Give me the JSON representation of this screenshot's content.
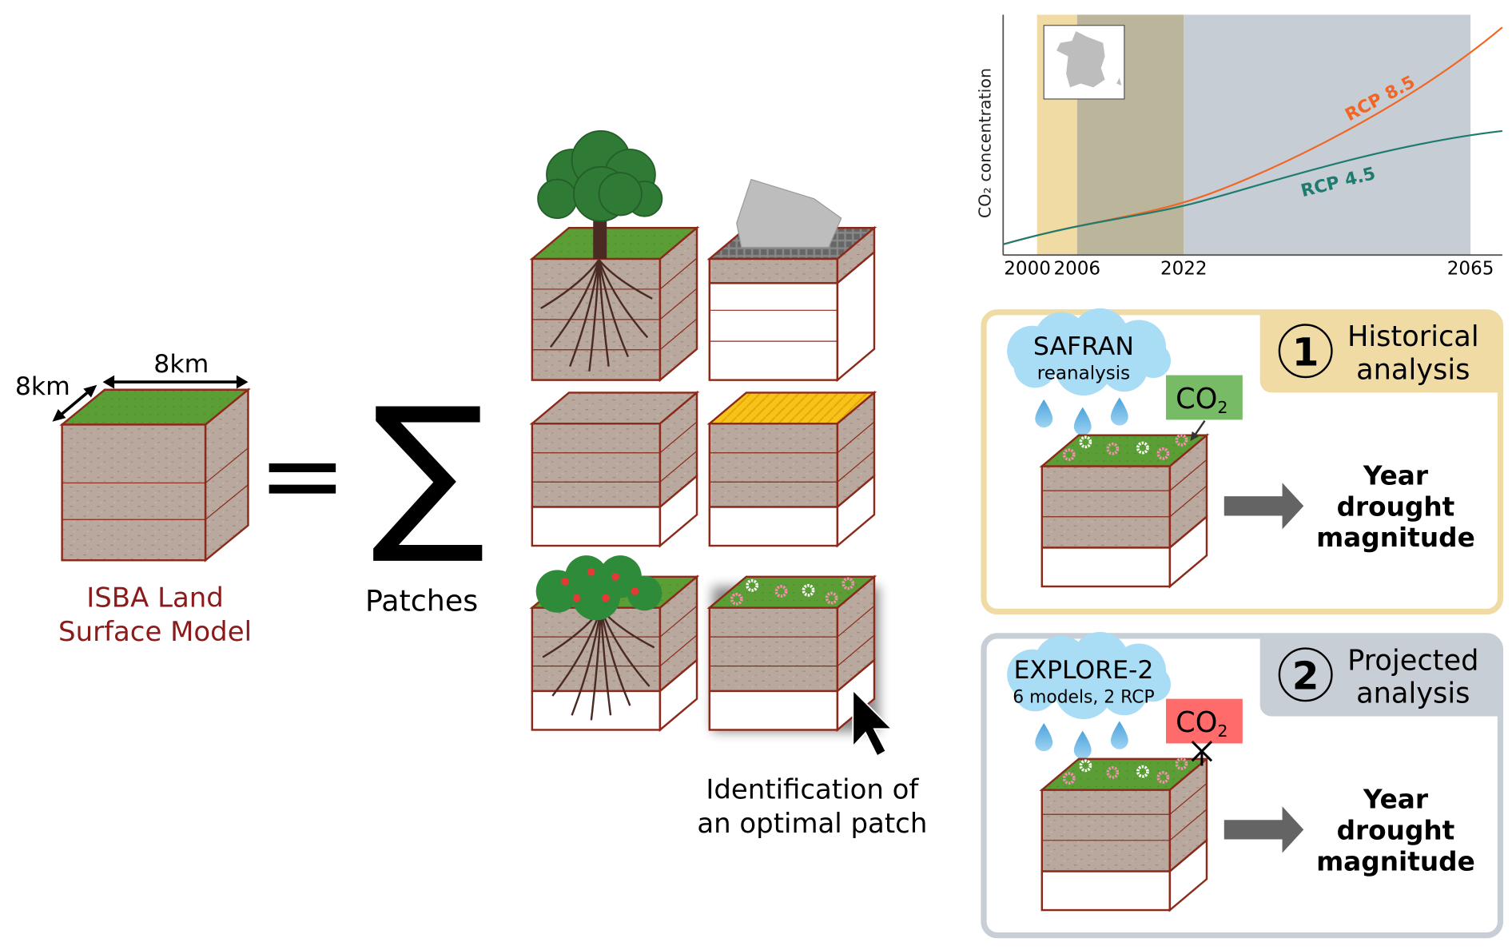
{
  "left": {
    "dim_width": "8km",
    "dim_depth": "8km",
    "model_line1": "ISBA Land",
    "model_line2": "Surface Model",
    "equals": "=",
    "sigma": "∑",
    "patches_label": "Patches",
    "optimal_line1": "Identification of",
    "optimal_line2": "an optimal patch"
  },
  "chart": {
    "ylabel": "CO₂ concentration",
    "x_ticks": [
      "2000",
      "2006",
      "2022",
      "2065"
    ],
    "series": [
      {
        "name": "RCP 8.5",
        "color": "#F26522"
      },
      {
        "name": "RCP 4.5",
        "color": "#1E7B70"
      }
    ],
    "bands": [
      {
        "from": "2000",
        "to": "2006",
        "color": "#F0DBA5"
      },
      {
        "from": "2006",
        "to": "2022",
        "color": "#BBB59C"
      },
      {
        "from": "2022",
        "to": "2065",
        "color": "#C6CDD4"
      }
    ],
    "inset": "map-of-france"
  },
  "panel1": {
    "number": "1",
    "title_line1": "Historical",
    "title_line2": "analysis",
    "source": "SAFRAN",
    "source_sub": "reanalysis",
    "co2": "CO",
    "co2_sub": "2",
    "co2_color": "#77BB66",
    "out1": "Year",
    "out2": "drought",
    "out3": "magnitude",
    "accent": "#F0DBA5"
  },
  "panel2": {
    "number": "2",
    "title_line1": "Projected",
    "title_line2": "analysis",
    "source": "EXPLORE-2",
    "source_sub": "6 models, 2 RCP",
    "co2": "CO",
    "co2_sub": "2",
    "co2_color": "#FF6B6B",
    "out1": "Year",
    "out2": "drought",
    "out3": "magnitude",
    "accent": "#C8CED6"
  }
}
